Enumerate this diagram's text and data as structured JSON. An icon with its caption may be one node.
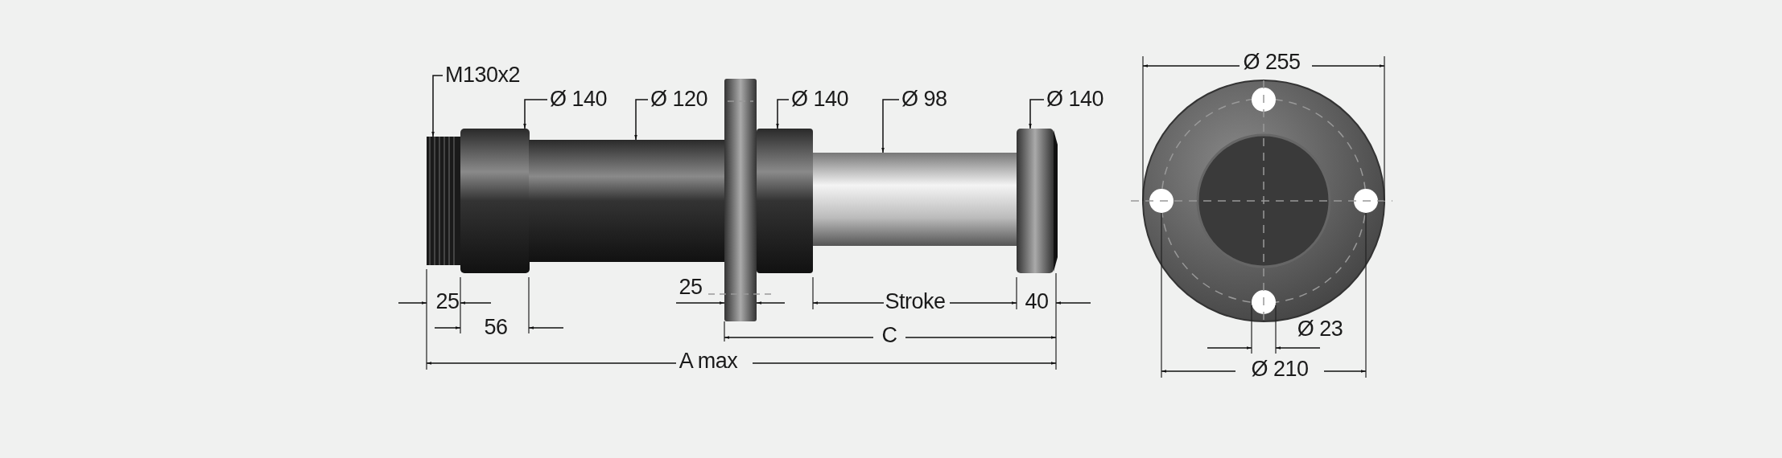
{
  "diagram": {
    "nodes": [
      {
        "text": [
          "M130x2"
        ]
      },
      {
        "text": [
          "Ø 140"
        ]
      },
      {
        "text": [
          "Ø 120"
        ]
      },
      {
        "text": [
          "Ø 140"
        ]
      },
      {
        "text": [
          "Ø 98"
        ]
      },
      {
        "text": [
          "Ø 140"
        ]
      }
    ],
    "edges": [
      {
        "from": 0,
        "to": null,
        "arrow": "to"
      },
      {
        "from": 1,
        "to": null,
        "arrow": "to"
      },
      {
        "from": 2,
        "to": null,
        "arrow": "to"
      },
      {
        "from": 3,
        "to": null,
        "arrow": "to"
      },
      {
        "from": 4,
        "to": null,
        "arrow": "to"
      },
      {
        "from": 5,
        "to": null,
        "arrow": "to"
      }
    ],
    "labels": [
      "Ø 255",
      "25",
      "Stroke",
      "40",
      "25",
      "56",
      "C",
      "Ø 23",
      "A max",
      "Ø 210"
    ]
  }
}
